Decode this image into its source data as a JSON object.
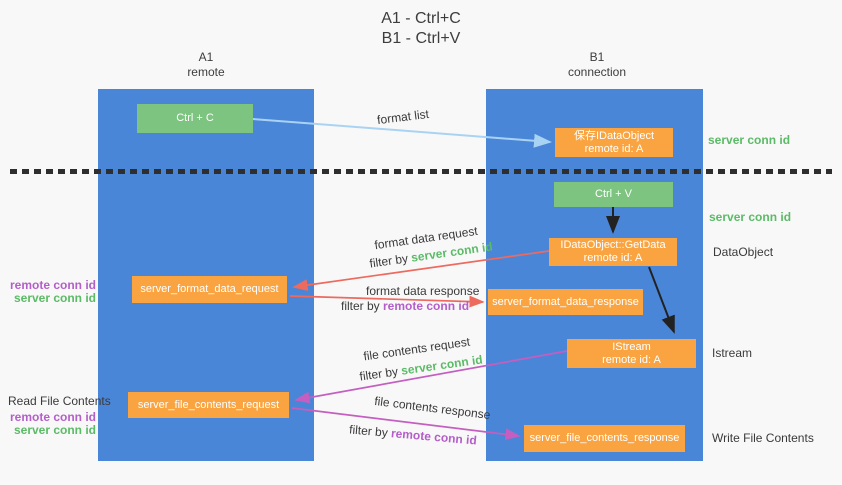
{
  "title": {
    "line1": "A1 - Ctrl+C",
    "line2": "B1 - Ctrl+V"
  },
  "lanes": {
    "a1": {
      "title": "A1",
      "subtitle": "remote"
    },
    "b1": {
      "title": "B1",
      "subtitle": "connection"
    }
  },
  "nodes": {
    "ctrl_c": {
      "label": "Ctrl + C"
    },
    "ctrl_v": {
      "label": "Ctrl + V"
    },
    "save_idataobject": {
      "line1": "保存IDataObject",
      "line2": "remote id: A"
    },
    "getdata": {
      "line1": "IDataObject::GetData",
      "line2": "remote id: A"
    },
    "istream": {
      "line1": "IStream",
      "line2": "remote id: A"
    },
    "format_request": {
      "label": "server_format_data_request"
    },
    "format_response": {
      "label": "server_format_data_response"
    },
    "file_request": {
      "label": "server_file_contents_request"
    },
    "file_response": {
      "label": "server_file_contents_response"
    }
  },
  "arrow_labels": {
    "format_list": "format list",
    "format_data_request": "format data request",
    "filter_server_1": {
      "prefix": "filter by ",
      "highlight": "server conn id"
    },
    "format_data_response": "format data response",
    "filter_remote_1": {
      "prefix": "filter by ",
      "highlight": "remote conn id"
    },
    "file_contents_request": "file contents request",
    "filter_server_2": {
      "prefix": "filter by ",
      "highlight": "server conn id"
    },
    "file_contents_response": "file contents response",
    "filter_remote_2": {
      "prefix": "filter by ",
      "highlight": "remote conn id"
    }
  },
  "side_labels": {
    "server_conn_id_top": "server conn id",
    "server_conn_id_mid": "server conn id",
    "dataobject": "DataObject",
    "istream": "Istream",
    "write_file_contents": "Write File Contents",
    "read_file_contents": "Read File Contents",
    "remote_conn_id_left1": "remote conn id",
    "server_conn_id_left1": "server conn id",
    "remote_conn_id_left2": "remote conn id",
    "server_conn_id_left2": "server conn id"
  },
  "colors": {
    "lane_blue": "#4a86d8",
    "box_green": "#7cc47f",
    "box_orange": "#f9a440",
    "text_green": "#5bbb67",
    "text_purple": "#b45ec9",
    "arrow_red": "#ed6a5e",
    "arrow_purple": "#c45ec0",
    "arrow_light_blue": "#a9d3f2",
    "arrow_black": "#222222",
    "text_dark": "#3a3a3a",
    "background": "#f8f8f8"
  }
}
